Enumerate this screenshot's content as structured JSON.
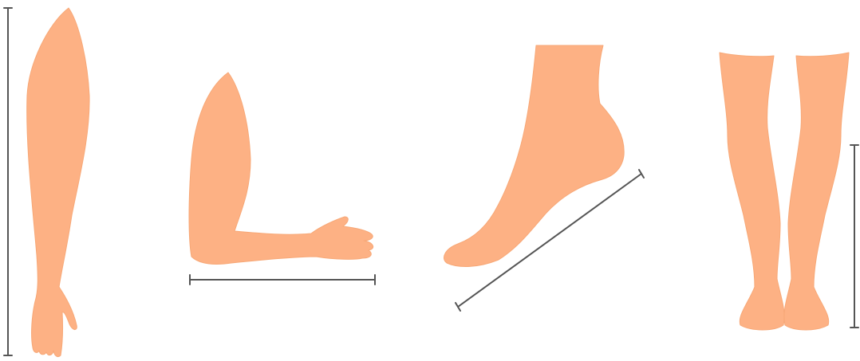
{
  "colors": {
    "skin": "#fdb184",
    "skin_outline": "#f7a877",
    "measure_line": "#555555",
    "background": "#ffffff"
  },
  "figures": [
    {
      "name": "arm-straight",
      "measurement": "full-arm-length"
    },
    {
      "name": "arm-bent",
      "measurement": "forearm-length"
    },
    {
      "name": "foot",
      "measurement": "foot-length"
    },
    {
      "name": "legs",
      "measurement": "lower-leg-length"
    }
  ]
}
